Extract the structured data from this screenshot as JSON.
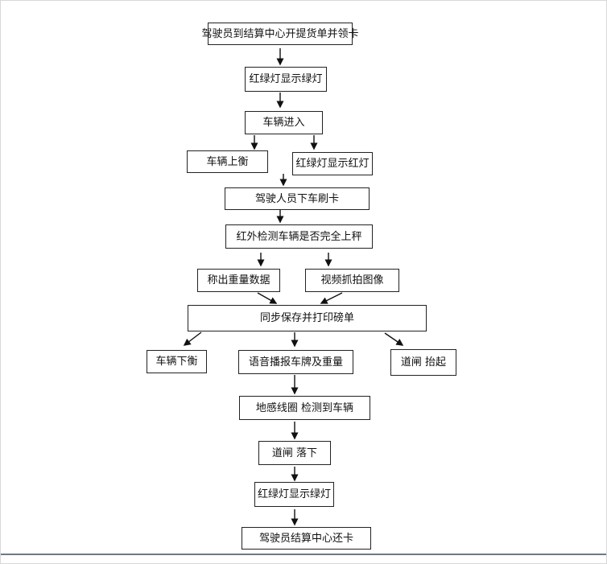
{
  "flowchart": {
    "nodes": [
      {
        "id": "n1",
        "label": "驾驶员到结算中心开提货单并领卡"
      },
      {
        "id": "n2",
        "label": "红绿灯显示绿灯"
      },
      {
        "id": "n3",
        "label": "车辆进入"
      },
      {
        "id": "n4",
        "label": "车辆上衡"
      },
      {
        "id": "n5",
        "label": "红绿灯显示红灯"
      },
      {
        "id": "n6",
        "label": "驾驶人员下车刷卡"
      },
      {
        "id": "n7",
        "label": "红外检测车辆是否完全上秤"
      },
      {
        "id": "n8",
        "label": "称出重量数据"
      },
      {
        "id": "n9",
        "label": "视频抓拍图像"
      },
      {
        "id": "n10",
        "label": "同步保存并打印磅单"
      },
      {
        "id": "n11",
        "label": "车辆下衡"
      },
      {
        "id": "n12",
        "label": "语音播报车牌及重量"
      },
      {
        "id": "n13",
        "label": "道闸  抬起"
      },
      {
        "id": "n14",
        "label": "地感线圈  检测到车辆"
      },
      {
        "id": "n15",
        "label": "道闸  落下"
      },
      {
        "id": "n16",
        "label": "红绿灯显示绿灯"
      },
      {
        "id": "n17",
        "label": "驾驶员结算中心还卡"
      }
    ],
    "edges": [
      [
        "n1",
        "n2"
      ],
      [
        "n2",
        "n3"
      ],
      [
        "n3",
        "n4"
      ],
      [
        "n3",
        "n5"
      ],
      [
        "n5",
        "n6"
      ],
      [
        "n6",
        "n7"
      ],
      [
        "n7",
        "n8"
      ],
      [
        "n7",
        "n9"
      ],
      [
        "n8",
        "n10"
      ],
      [
        "n9",
        "n10"
      ],
      [
        "n10",
        "n11"
      ],
      [
        "n10",
        "n12"
      ],
      [
        "n10",
        "n13"
      ],
      [
        "n12",
        "n14"
      ],
      [
        "n14",
        "n15"
      ],
      [
        "n15",
        "n16"
      ],
      [
        "n16",
        "n17"
      ]
    ]
  }
}
